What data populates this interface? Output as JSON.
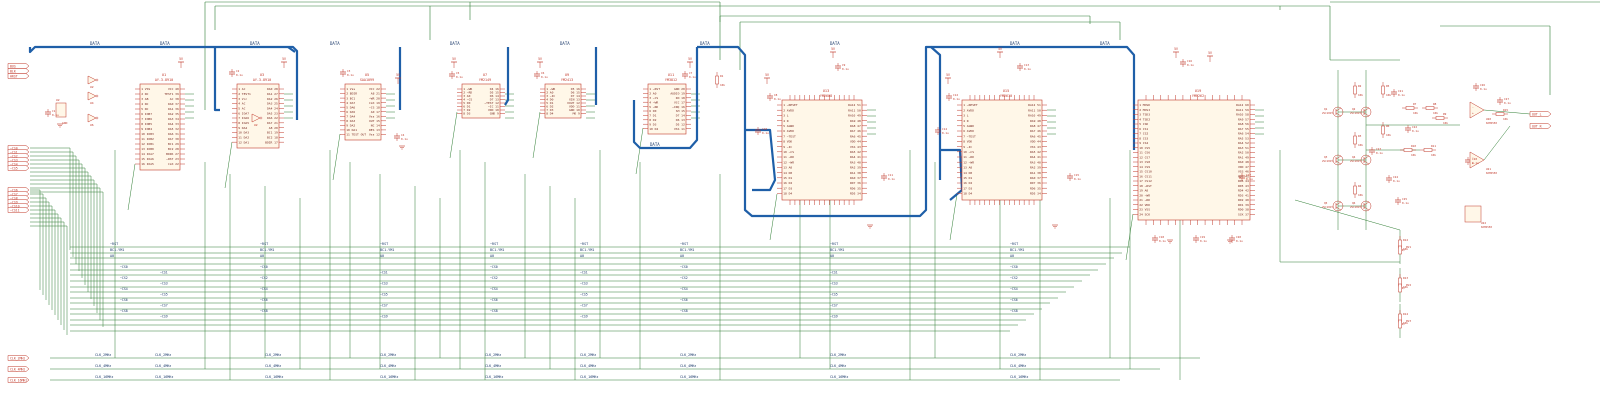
{
  "colors": {
    "wire": "#2e7d32",
    "bus": "#1f5fa8",
    "part": "#c0392b",
    "part_fill": "#fff7e8",
    "pin_text": "#7a2a22",
    "label_text": "#1b3a6b",
    "background": "#ffffff"
  },
  "bus_label": "DATA",
  "bus_labels": [
    "DATA",
    "DATA",
    "DATA",
    "DATA",
    "DATA",
    "DATA",
    "DATA",
    "DATA",
    "DATA",
    "DATA"
  ],
  "power_labels": [
    "5V",
    "5V",
    "5V",
    "5V",
    "5V",
    "5V",
    "5V",
    "5V",
    "5V",
    "5V",
    "5V",
    "5V"
  ],
  "gnd_label": "GND",
  "net_labels": {
    "clk2": "CLK_2MHz",
    "clk4": "CLK_4MHz",
    "clk16": "CLK_16MHz",
    "rst": "~RST",
    "bc": "BC1-YM1",
    "a0": "A0",
    "cs": [
      "~CS0",
      "~CS1",
      "~CS2",
      "~CS3",
      "~CS4",
      "~CS5",
      "~CS6",
      "~CS7",
      "~CS8",
      "~CS9"
    ]
  },
  "port_labels": {
    "left_top": [
      "BUS",
      "BLK",
      "HRST"
    ],
    "left_mid": [
      "~CS0",
      "~CS1",
      "~CS2",
      "~CS3",
      "~CS4",
      "~CS5"
    ],
    "left_low": [
      "~CS6",
      "~CS7",
      "~CS8",
      "~CS9",
      "~CS10",
      "~CS11"
    ],
    "clocks": [
      "CLK_2MHz",
      "CLK_4MHz",
      "CLK_16MHz"
    ],
    "outputs": [
      "OUT_L",
      "OUT_R"
    ]
  },
  "chips": [
    {
      "ref": "U1",
      "part": "AY-3-8910",
      "pins_left": [
        "1 VSS",
        "2 NC",
        "3 AB",
        "4 NC",
        "5 NC",
        "6 IOB7",
        "7 IOB6",
        "8 IOB5",
        "9 IOB4",
        "10 IOB3",
        "11 IOB2",
        "12 IOB1",
        "13 IOB0",
        "14 IOA7",
        "15 IOA6",
        "16 IOA5"
      ],
      "pins_right": [
        "VCC 40",
        "TEST1 39",
        "AC 38",
        "DA0 37",
        "DA1 36",
        "DA2 35",
        "DA3 34",
        "DA4 33",
        "DA5 32",
        "DA6 31",
        "DA7 30",
        "BC1 29",
        "BC2 28",
        "BDIR 27",
        "~RST 23",
        "CLK 22"
      ]
    },
    {
      "ref": "U3",
      "part": "AY-3-8910",
      "pins_left": [
        "1 AC",
        "2 TEST1",
        "3 Vcc",
        "4 AC",
        "5 AC",
        "6 IOA7",
        "7 IOA6",
        "8 IOA5",
        "9 DA4",
        "10 DA3",
        "11 DA2",
        "12 DA1"
      ],
      "pins_right": [
        "DA0 28",
        "DA1 27",
        "DA2 26",
        "DA3 25",
        "DA4 24",
        "DA5 23",
        "DA6 22",
        "DA7 21",
        "A8 20",
        "BC1 19",
        "BC2 18",
        "BDIR 17"
      ]
    },
    {
      "ref": "U5",
      "part": "SAA1099",
      "pins_left": [
        "1 Vss",
        "2 BDIR",
        "3 BC1",
        "4 DA7",
        "5 DA6",
        "6 DA5",
        "7 DA4",
        "8 DA3",
        "9 DA2",
        "10 DA1",
        "11 TEST OUT"
      ],
      "pins_right": [
        "VCC 22",
        "A8 21",
        "~WR 20",
        "CLK 19",
        "~CS 18",
        "A0 17",
        "Vss 16",
        "OUT 15",
        "NC 14",
        "RES 13",
        "Vss 12"
      ]
    },
    {
      "ref": "U7",
      "part": "YM2149",
      "pins_left": [
        "1 ~WR",
        "2 ~RD",
        "3 A0",
        "4 ~CS",
        "5 D0",
        "6 D1",
        "7 D2",
        "8 D3"
      ],
      "pins_right": [
        "D4 16",
        "D5 15",
        "D6 14",
        "D7 13",
        "~TEST 12",
        "~IC 11",
        "VDD 10",
        "GND 9"
      ]
    },
    {
      "ref": "U9",
      "part": "YM2413",
      "pins_left": [
        "1 ~WR",
        "2 A0",
        "3 ~IC",
        "4 D0",
        "5 D1",
        "6 D2",
        "7 D3",
        "8 D4"
      ],
      "pins_right": [
        "D5 16",
        "D6 15",
        "D7 14",
        "XIN 13",
        "XOUT 12",
        "VDD 11",
        "GND 10",
        "MO 9"
      ]
    },
    {
      "ref": "U11",
      "part": "YM3812",
      "pins_left": [
        "1 ~RST",
        "2 A0",
        "3 ~CS",
        "4 ~WR",
        "5 ~RD",
        "6 D0",
        "7 D1",
        "8 D2",
        "9 D3",
        "10 D4"
      ],
      "pins_right": [
        "GND 20",
        "AUDIO 19",
        "RO 18",
        "VCC 17",
        "~IRQ 16",
        "SH 15",
        "D7 14",
        "D6 13",
        "D5 12",
        "VSS 11"
      ]
    },
    {
      "ref": "U13",
      "part": "YM2608",
      "pins_left": [
        "1 ~RESET",
        "2 AVDD",
        "3 L",
        "4 R",
        "5 AGND",
        "6 AVDD",
        "7 ~TEST",
        "8 VDD",
        "9 ~IC",
        "10 ~CS",
        "11 ~RD",
        "12 ~WR",
        "13 A0",
        "14 D0",
        "15 D1",
        "16 D2",
        "17 D3",
        "18 D4"
      ],
      "pins_right": [
        "RA12 51",
        "RA11 50",
        "RA10 49",
        "RA9 48",
        "RA8 47",
        "RA7 46",
        "RA6 45",
        "VDD 44",
        "VSS 43",
        "RA5 42",
        "RA4 41",
        "RA3 40",
        "RA2 39",
        "RA1 38",
        "RA0 37",
        "RD7 36",
        "RD6 35",
        "RD5 34"
      ]
    },
    {
      "ref": "U15",
      "part": "YM2610",
      "pins_left": [
        "1 ~RESET",
        "2 AVDD",
        "3 L",
        "4 R",
        "5 AGND",
        "6 AVDD",
        "7 ~TEST",
        "8 VDD",
        "9 ~IC",
        "10 ~CS",
        "11 ~RD",
        "12 ~WR",
        "13 A0",
        "14 D0",
        "15 D1",
        "16 D2",
        "17 D3",
        "18 D4"
      ],
      "pins_right": [
        "RA12 51",
        "RA11 50",
        "RA10 49",
        "RA9 48",
        "RA8 47",
        "RA7 46",
        "RA6 45",
        "VDD 44",
        "VSS 43",
        "RA5 42",
        "RA4 41",
        "RA3 40",
        "RA2 39",
        "RA1 38",
        "RA0 37",
        "RD7 36",
        "RD6 35",
        "RD5 34"
      ]
    },
    {
      "ref": "U19",
      "part": "YMF262",
      "pins_left": [
        "1 MOSD",
        "2 MOSI",
        "3 TSD3",
        "4 TSD2",
        "5 CSD",
        "6 CS1",
        "7 CS2",
        "8 CS3",
        "9 CS4",
        "10 CS5",
        "11 CS6",
        "12 CS7",
        "13 CS8",
        "14 CS9",
        "15 CS10",
        "16 CS11",
        "17 CS12",
        "18 ~RST",
        "19 A0",
        "20 ~WR",
        "21 ~RD",
        "22 VDD",
        "23 VSS",
        "24 SCK"
      ],
      "pins_right": [
        "RA12 60",
        "RA11 59",
        "RA10 58",
        "RA9 57",
        "RA8 56",
        "RA7 55",
        "RA6 54",
        "RA5 53",
        "RA4 52",
        "RA3 51",
        "RA2 50",
        "RA1 49",
        "RA0 48",
        "VDD 47",
        "VSS 46",
        "RD7 45",
        "RD6 44",
        "RD5 43",
        "RD4 42",
        "RD3 41",
        "RD2 40",
        "RD1 39",
        "RD0 38",
        "SCK 37"
      ]
    }
  ],
  "small_parts": {
    "caps": [
      "C1",
      "C2",
      "C3",
      "C4",
      "C5",
      "C6",
      "C7",
      "C8",
      "C9",
      "C10",
      "C11",
      "C12",
      "C13",
      "C14",
      "C15",
      "C16",
      "C17",
      "C18",
      "C19",
      "C20",
      "C21",
      "C22",
      "C23",
      "C24",
      "C25",
      "C26",
      "C27",
      "C28"
    ],
    "cap_value": "0.1u",
    "resistors": [
      "R1",
      "R2",
      "R3",
      "R4",
      "R5",
      "R6",
      "R7",
      "R8",
      "R9",
      "R10",
      "R11",
      "R12",
      "R13",
      "R14",
      "R15"
    ],
    "res_value": "10k",
    "transistors": [
      "Q1",
      "Q2",
      "Q3",
      "Q4",
      "Q5",
      "Q6"
    ],
    "trans_part": "2SC1815",
    "opamps": [
      "U20",
      "U21",
      "U22"
    ],
    "opamp_part": "NJM4558",
    "pots": [
      "RV1",
      "RV2",
      "RV3"
    ],
    "gates": [
      "U2",
      "U4",
      "U6"
    ]
  }
}
